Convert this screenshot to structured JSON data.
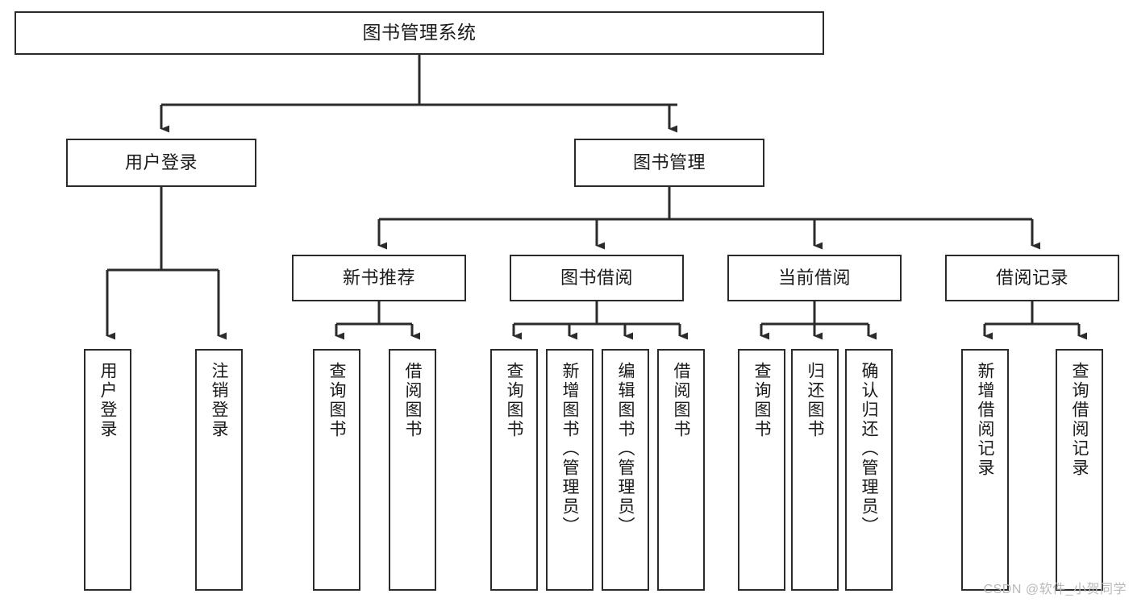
{
  "diagram": {
    "title": "图书管理系统",
    "watermark": "CSDN @软件_小贺同学",
    "stroke_color": "#2b2b2b",
    "fill_color": "#ffffff",
    "watermark_color": "#b9b9b9",
    "nodes": {
      "root": {
        "label": "图书管理系统"
      },
      "level2": [
        {
          "id": "user-login",
          "label": "用户登录"
        },
        {
          "id": "book-manage",
          "label": "图书管理"
        }
      ],
      "level3": [
        {
          "id": "new-book-recommend",
          "label": "新书推荐"
        },
        {
          "id": "book-borrow",
          "label": "图书借阅"
        },
        {
          "id": "current-borrow",
          "label": "当前借阅"
        },
        {
          "id": "borrow-record",
          "label": "借阅记录"
        }
      ],
      "leaves": {
        "user_login": [
          {
            "id": "leaf-user-login",
            "label": "用户登录"
          },
          {
            "id": "leaf-logout-login",
            "label": "注销登录"
          }
        ],
        "new_book_recommend": [
          {
            "id": "leaf-query-book-1",
            "label": "查询图书"
          },
          {
            "id": "leaf-borrow-book-1",
            "label": "借阅图书"
          }
        ],
        "book_borrow": [
          {
            "id": "leaf-query-book-2",
            "label": "查询图书"
          },
          {
            "id": "leaf-add-book",
            "label": "新增图书（管理员）"
          },
          {
            "id": "leaf-edit-book",
            "label": "编辑图书（管理员）"
          },
          {
            "id": "leaf-borrow-book-2",
            "label": "借阅图书"
          }
        ],
        "current_borrow": [
          {
            "id": "leaf-query-book-3",
            "label": "查询图书"
          },
          {
            "id": "leaf-return-book",
            "label": "归还图书"
          },
          {
            "id": "leaf-confirm-return",
            "label": "确认归还（管理员）"
          }
        ],
        "borrow_record": [
          {
            "id": "leaf-add-record",
            "label": "新增借阅记录"
          },
          {
            "id": "leaf-query-record",
            "label": "查询借阅记录"
          }
        ]
      }
    }
  }
}
